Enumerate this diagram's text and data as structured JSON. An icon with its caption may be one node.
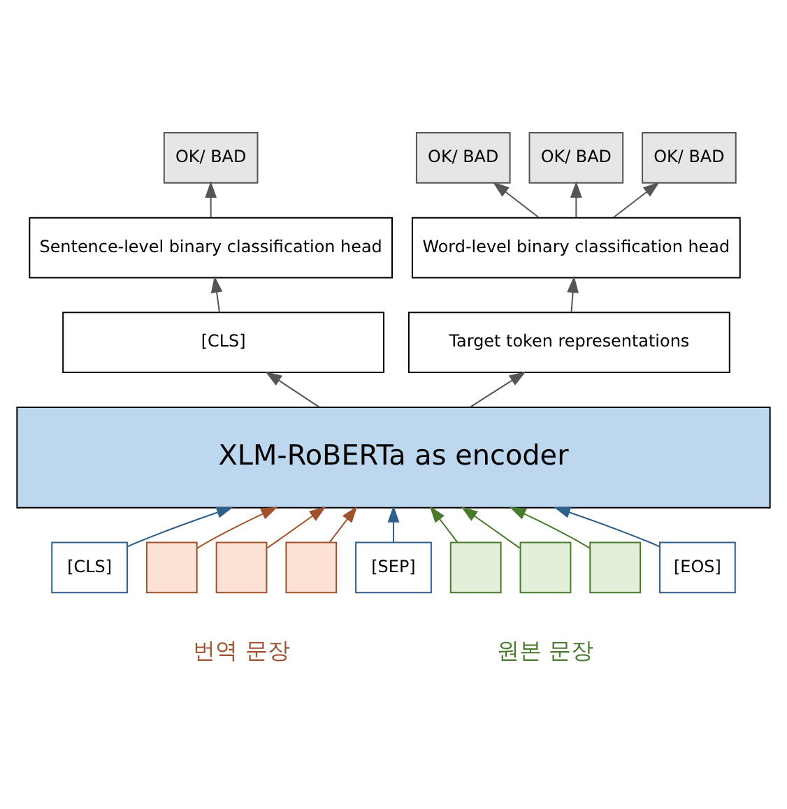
{
  "diagram": {
    "nodes": [
      {
        "text": [
          "OK/ BAD"
        ]
      },
      {
        "text": [
          "OK/ BAD"
        ]
      },
      {
        "text": [
          "OK/ BAD"
        ]
      },
      {
        "text": [
          "OK/ BAD"
        ]
      },
      {
        "text": [
          "Sentence-level binary classification head"
        ]
      },
      {
        "text": [
          "Word-level binary classification head"
        ]
      },
      {
        "text": [
          "[CLS]"
        ]
      },
      {
        "text": [
          "Target token representations"
        ]
      },
      {
        "text": [
          "XLM-RoBERTa as encoder"
        ]
      },
      {
        "text": [
          "[CLS]"
        ]
      },
      {
        "text": [],
        "shape": "box"
      },
      {
        "text": [],
        "shape": "box"
      },
      {
        "text": [],
        "shape": "box"
      },
      {
        "text": [
          "[SEP]"
        ]
      },
      {
        "text": [],
        "shape": "box"
      },
      {
        "text": [],
        "shape": "box"
      },
      {
        "text": [],
        "shape": "box"
      },
      {
        "text": [
          "[EOS]"
        ]
      }
    ],
    "edges": [
      {
        "from": 4,
        "to": 0,
        "arrow": "to"
      },
      {
        "from": 5,
        "to": 1,
        "arrow": "to"
      },
      {
        "from": 5,
        "to": 2,
        "arrow": "to"
      },
      {
        "from": 5,
        "to": 3,
        "arrow": "to"
      },
      {
        "from": 6,
        "to": 4,
        "arrow": "to"
      },
      {
        "from": 7,
        "to": 5,
        "arrow": "to"
      },
      {
        "from": 8,
        "to": 6,
        "arrow": "to"
      },
      {
        "from": 8,
        "to": 7,
        "arrow": "to"
      },
      {
        "from": 9,
        "to": 8,
        "arrow": "to",
        "color": "#2e5f8a"
      },
      {
        "from": 10,
        "to": 8,
        "arrow": "to",
        "color": "#a0522d"
      },
      {
        "from": 11,
        "to": 8,
        "arrow": "to",
        "color": "#a0522d"
      },
      {
        "from": 12,
        "to": 8,
        "arrow": "to",
        "color": "#a0522d"
      },
      {
        "from": 13,
        "to": 8,
        "arrow": "to",
        "color": "#2e5f8a"
      },
      {
        "from": 14,
        "to": 8,
        "arrow": "to",
        "color": "#4a7a2e"
      },
      {
        "from": 15,
        "to": 8,
        "arrow": "to",
        "color": "#4a7a2e"
      },
      {
        "from": 16,
        "to": 8,
        "arrow": "to",
        "color": "#4a7a2e"
      },
      {
        "from": 17,
        "to": 8,
        "arrow": "to",
        "color": "#2e5f8a"
      }
    ],
    "labels": [
      "번역 문장",
      "원본 문장"
    ]
  }
}
